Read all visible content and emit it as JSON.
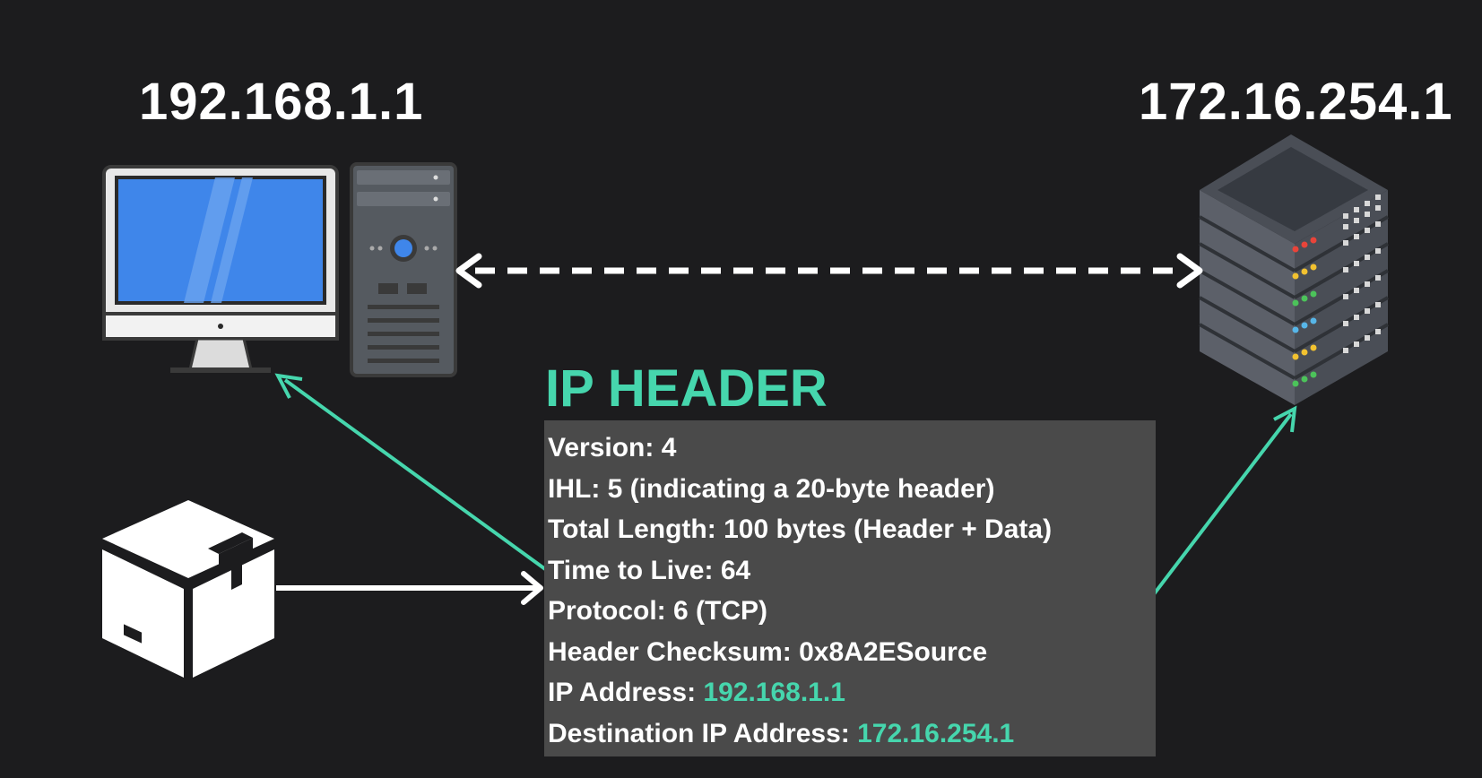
{
  "source": {
    "ip": "192.168.1.1",
    "icon": "desktop-computer-icon"
  },
  "destination": {
    "ip": "172.16.254.1",
    "icon": "server-rack-icon"
  },
  "packet": {
    "icon": "package-box-icon"
  },
  "ip_header": {
    "title": "IP HEADER",
    "fields": {
      "version": "Version: 4",
      "ihl": "IHL: 5 (indicating a 20-byte header)",
      "total_length": "Total Length: 100 bytes (Header + Data)",
      "ttl": "Time to Live: 64",
      "protocol": "Protocol: 6 (TCP)",
      "checksum": "Header Checksum: 0x8A2ESource",
      "source_label": "IP Address: ",
      "source_value": "192.168.1.1",
      "dest_label": "Destination IP Address: ",
      "dest_value": "172.16.254.1"
    }
  },
  "colors": {
    "background": "#1c1c1e",
    "accent": "#46d6ad",
    "header_box": "#4a4a4a",
    "text": "#ffffff"
  }
}
